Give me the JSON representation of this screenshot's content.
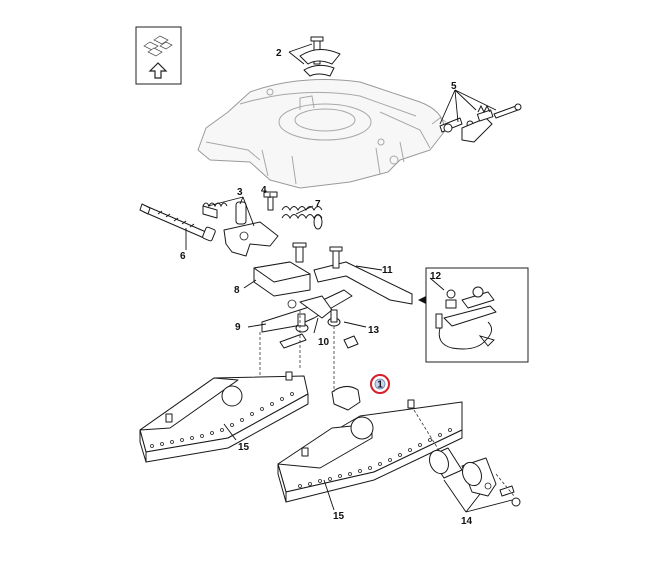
{
  "callouts": {
    "c1": "1",
    "c2": "2",
    "c3": "3",
    "c4": "4",
    "c5": "5",
    "c6": "6",
    "c7": "7",
    "c8": "8",
    "c9": "9",
    "c10": "10",
    "c11": "11",
    "c12": "12",
    "c13": "13",
    "c14": "14",
    "c15a": "15",
    "c15b": "15"
  },
  "colors": {
    "highlight_ring": "#d81e2a",
    "highlight_fill": "#c9d4ee",
    "line": "#1a1a1a",
    "ghost_line": "#9a9a9a"
  },
  "icons": {
    "view_direction": "view-direction-arrow-icon"
  }
}
